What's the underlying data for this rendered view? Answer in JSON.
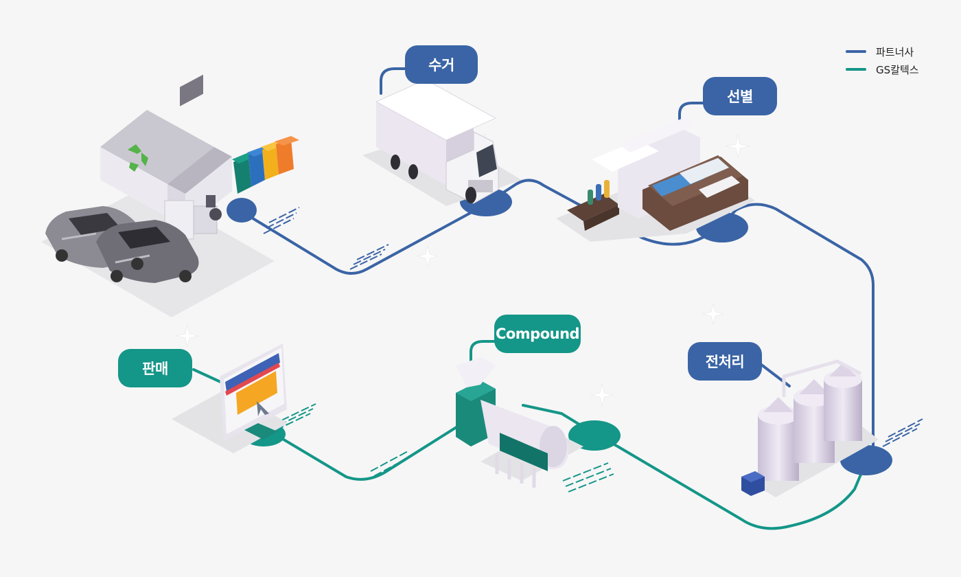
{
  "legend": {
    "partner_label": "파트너사",
    "gs_label": "GS칼텍스"
  },
  "colors": {
    "partner": "#3a64a5",
    "gs": "#149688",
    "background": "#f6f6f6"
  },
  "steps": {
    "collect": "수거",
    "sort": "선별",
    "pretreat": "전처리",
    "compound": "Compound",
    "sell": "판매"
  },
  "illustrations": {
    "recycling_depot": "recycling-center-icon",
    "truck": "truck-icon",
    "sorting": "conveyor-sorting-icon",
    "tanks": "pretreatment-tanks-icon",
    "extruder": "compound-extruder-icon",
    "computer": "computer-sales-icon"
  }
}
